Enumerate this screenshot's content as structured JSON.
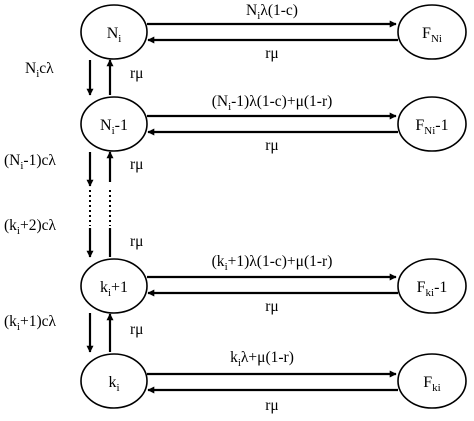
{
  "nodes": {
    "n_i": {
      "main": "N",
      "sub": "i",
      "suffix": ""
    },
    "n_i_minus_1": {
      "main": "N",
      "sub": "i",
      "suffix": "-1"
    },
    "k_i_plus_1": {
      "main": "k",
      "sub": "i",
      "suffix": "+1"
    },
    "k_i": {
      "main": "k",
      "sub": "i",
      "suffix": ""
    },
    "f_ni": {
      "main": "F",
      "sub": "Ni",
      "suffix": ""
    },
    "f_ni_minus_1": {
      "main": "F",
      "sub": "Ni",
      "suffix": "-1"
    },
    "f_ki_minus_1": {
      "main": "F",
      "sub": "ki",
      "suffix": "-1"
    },
    "f_ki": {
      "main": "F",
      "sub": "ki",
      "suffix": ""
    }
  },
  "labels": {
    "top_forward": {
      "pre": "N",
      "sub": "i",
      "post": "λ(1-c)"
    },
    "top_back": {
      "pre": "rμ",
      "sub": "",
      "post": ""
    },
    "row2_forward": {
      "pre": "(N",
      "sub": "i",
      "post": "-1)λ(1-c)+μ(1-r)"
    },
    "row2_back": {
      "pre": "rμ",
      "sub": "",
      "post": ""
    },
    "row3_forward": {
      "pre": "(k",
      "sub": "i",
      "post": "+1)λ(1-c)+μ(1-r)"
    },
    "row3_back": {
      "pre": "rμ",
      "sub": "",
      "post": ""
    },
    "row4_forward": {
      "pre": "k",
      "sub": "i",
      "post": "λ+μ(1-r)"
    },
    "row4_back": {
      "pre": "rμ",
      "sub": "",
      "post": ""
    },
    "down1": {
      "pre": "N",
      "sub": "i",
      "post": "cλ"
    },
    "down2": {
      "pre": "(N",
      "sub": "i",
      "post": "-1)cλ"
    },
    "down3": {
      "pre": "(k",
      "sub": "i",
      "post": "+2)cλ"
    },
    "down4": {
      "pre": "(k",
      "sub": "i",
      "post": "+1)cλ"
    },
    "up1": {
      "pre": "rμ",
      "sub": "",
      "post": ""
    },
    "up2": {
      "pre": "rμ",
      "sub": "",
      "post": ""
    },
    "up3": {
      "pre": "rμ",
      "sub": "",
      "post": ""
    },
    "up4": {
      "pre": "rμ",
      "sub": "",
      "post": ""
    }
  }
}
